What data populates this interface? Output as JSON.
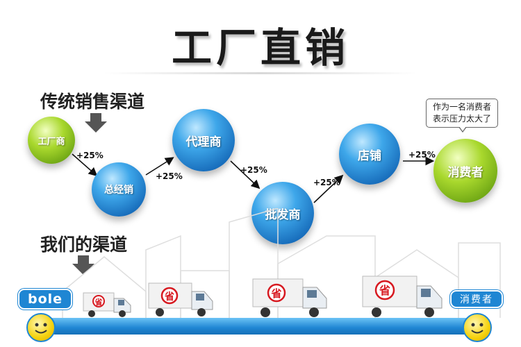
{
  "title": "工厂直销",
  "traditional": {
    "label": "传统销售渠道",
    "nodes": [
      "工厂商",
      "总经销",
      "代理商",
      "批发商",
      "店铺",
      "消费者"
    ],
    "markups": [
      "+25%",
      "+25%",
      "+25%",
      "+25%",
      "+25%"
    ]
  },
  "speech_bubble": {
    "line1": "作为一名消费者",
    "line2": "表示压力太大了"
  },
  "direct": {
    "label": "我们的渠道",
    "logo": "bole",
    "truck_badge": "省",
    "consumer": "消费者"
  },
  "colors": {
    "blue_node": "#1f86d3",
    "green_node": "#7cb518",
    "bar": "#1f86d3",
    "truck_badge": "#d71920"
  }
}
